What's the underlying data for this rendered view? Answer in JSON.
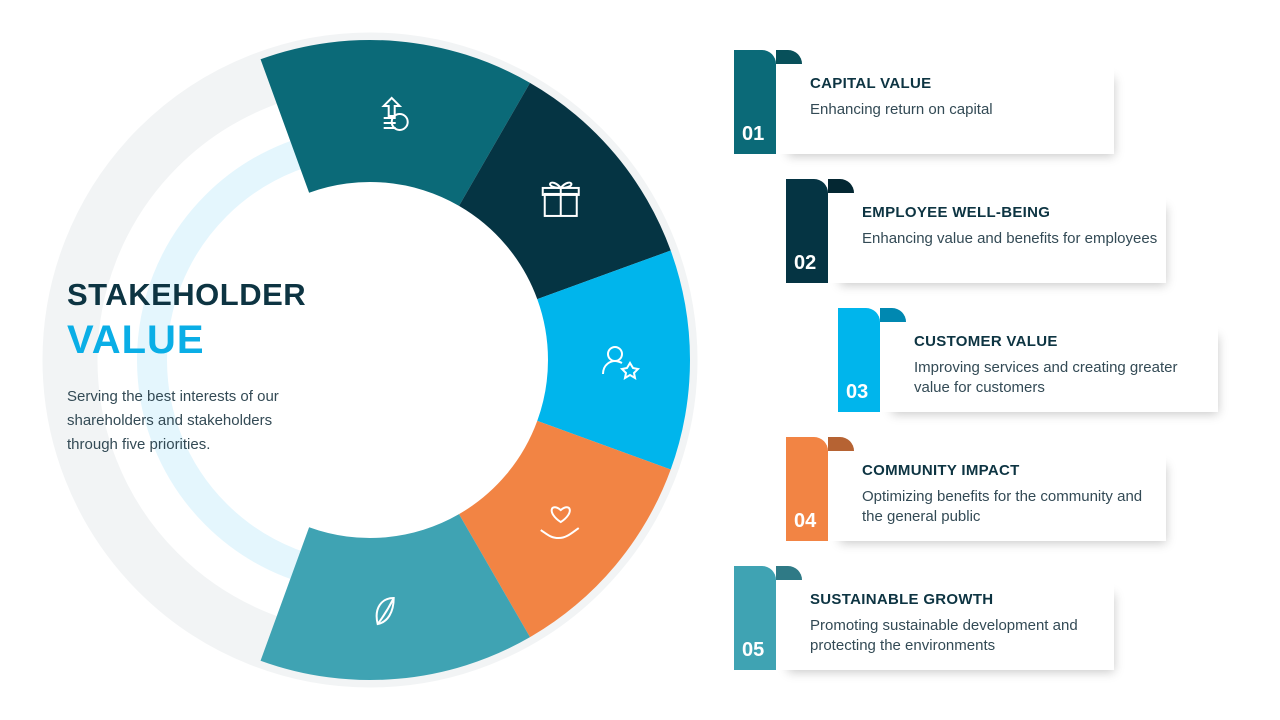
{
  "title": {
    "line1": "STAKEHOLDER",
    "line2": "VALUE"
  },
  "subtitle": "Serving the best interests of our shareholders and stakeholders through five priorities.",
  "priorities": [
    {
      "number": "01",
      "heading": "CAPITAL VALUE",
      "description": "Enhancing return on capital",
      "color": "#0b6a78",
      "icon": "money-growth-icon"
    },
    {
      "number": "02",
      "heading": "EMPLOYEE WELL-BEING",
      "description": "Enhancing value and benefits for employees",
      "color": "#053443",
      "icon": "gift-icon"
    },
    {
      "number": "03",
      "heading": "CUSTOMER VALUE",
      "description": "Improving services and creating greater value for customers",
      "color": "#00b5ec",
      "icon": "customer-star-icon"
    },
    {
      "number": "04",
      "heading": "COMMUNITY IMPACT",
      "description": "Optimizing benefits for the community and the general public",
      "color": "#f28444",
      "icon": "heart-hand-icon"
    },
    {
      "number": "05",
      "heading": "SUSTAINABLE GROWTH",
      "description": "Promoting sustainable development and protecting the environments",
      "color": "#3fa3b3",
      "icon": "leaf-icon"
    }
  ]
}
